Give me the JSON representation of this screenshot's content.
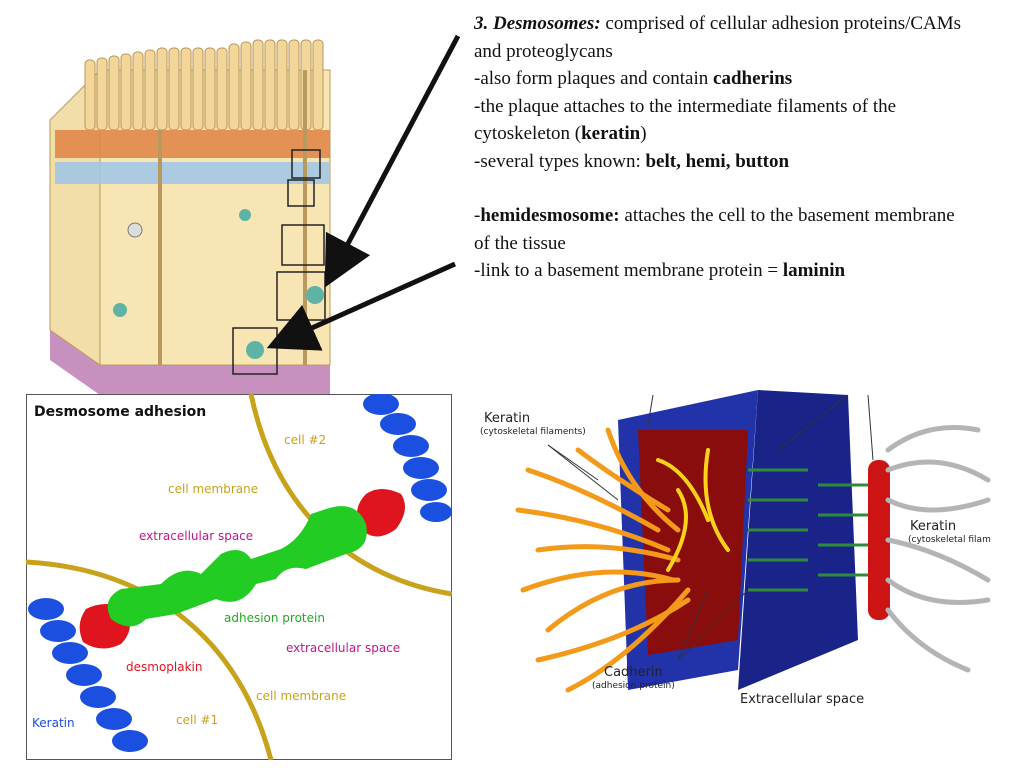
{
  "notes": {
    "heading_bold": "3. Desmosomes:",
    "heading_rest": " comprised of cellular adhesion proteins/CAMs and proteoglycans",
    "line2_pre": "-also form plaques and contain ",
    "line2_bold": "cadherins",
    "line3_pre": "-the plaque attaches to the intermediate filaments of the cytoskeleton (",
    "line3_bold": "keratin",
    "line3_post": ")",
    "line4_pre": "-several types known: ",
    "line4_bold": "belt, hemi, button",
    "hemi_dash": "-",
    "hemi_bold": "hemidesmosome:",
    "hemi_rest": " attaches the cell to the basement membrane of the tissue",
    "lam_pre": "-link to a basement membrane protein = ",
    "lam_bold": "laminin"
  },
  "diagram": {
    "title": "Desmosome adhesion",
    "cell2": "cell #2",
    "cell1": "cell #1",
    "cell_membrane_top": "cell membrane",
    "cell_membrane_bottom": "cell membrane",
    "extracellular_top": "extracellular space",
    "extracellular_bottom": "extracellular space",
    "adhesion_protein": "adhesion protein",
    "desmoplakin": "desmoplakin",
    "keratin": "Keratin",
    "colors": {
      "membrane": "#c8a21a",
      "keratin": "#1a4fe0",
      "desmoplakin": "#e0141e",
      "adhesion": "#22cc22",
      "cell_label": "#c8a21a",
      "extra_label": "#c0168a"
    }
  },
  "illustration": {
    "keratin_left": "Keratin",
    "keratin_left_sub": "(cytoskeletal filaments)",
    "keratin_right": "Keratin",
    "keratin_right_sub": "(cytoskeletal filam",
    "cadherin": "Cadherin",
    "cadherin_sub": "(adhesion protein)",
    "extracellular": "Extracellular space"
  }
}
